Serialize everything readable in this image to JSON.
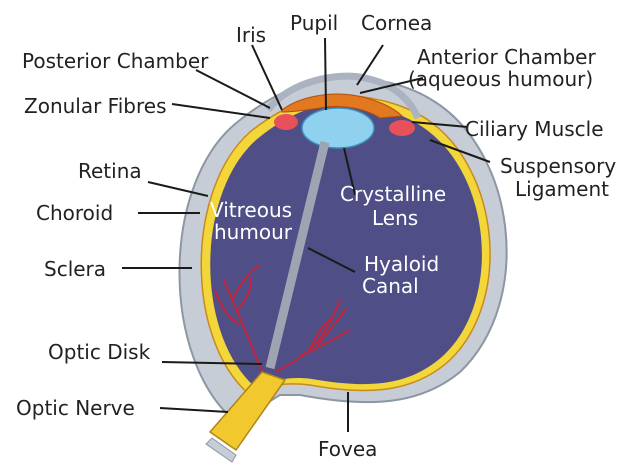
{
  "labels": {
    "iris": "Iris",
    "pupil": "Pupil",
    "cornea": "Cornea",
    "posterior_chamber": "Posterior Chamber",
    "anterior_chamber_1": "Anterior Chamber",
    "anterior_chamber_2": "(aqueous humour)",
    "zonular_fibres": "Zonular Fibres",
    "ciliary_muscle": "Ciliary Muscle",
    "retina": "Retina",
    "suspensory_1": "Suspensory",
    "suspensory_2": "Ligament",
    "choroid": "Choroid",
    "sclera": "Sclera",
    "optic_disk": "Optic Disk",
    "optic_nerve": "Optic Nerve",
    "fovea": "Fovea"
  },
  "inner_labels": {
    "vitreous_1": "Vitreous",
    "vitreous_2": "humour",
    "lens_1": "Crystalline",
    "lens_2": "Lens",
    "hyaloid_1": "Hyaloid",
    "hyaloid_2": "Canal"
  },
  "colors": {
    "interior": "#4f4e86",
    "sclera": "#c7cdd6",
    "choroid": "#f3d63a",
    "retina_vessel": "#c3243c",
    "iris": "#e2781f",
    "lens": "#8fd1ee",
    "optic_nerve": "#f1c92e",
    "ciliary": "#e8515a"
  }
}
